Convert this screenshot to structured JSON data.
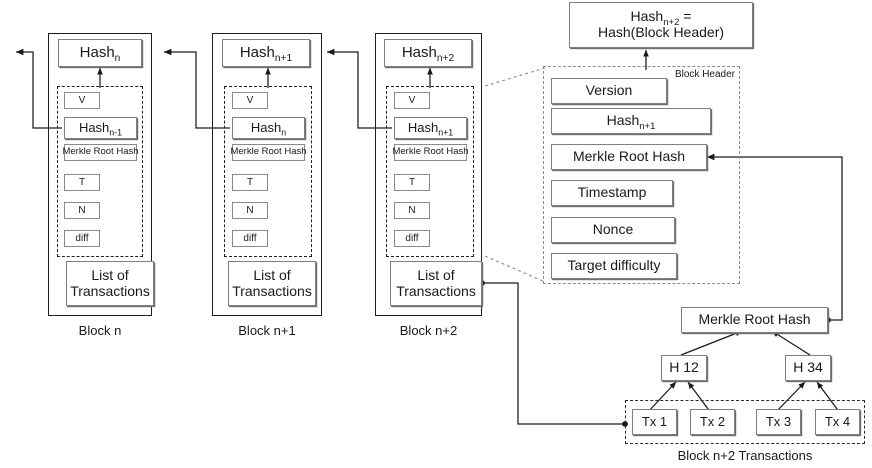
{
  "diagram": {
    "title": "Blockchain block structure with block header expansion and Merkle tree",
    "colors": {
      "box_border": "#7f7f7f",
      "frame_border": "#1f1f1f",
      "wire": "#1a1a1a",
      "dashed_gray": "#8c8c8c",
      "background": "#ffffff"
    }
  },
  "chain": {
    "blocks": [
      {
        "caption": "Block n",
        "hash_label": "Hash",
        "hash_sub": "n",
        "header_fields": [
          {
            "label": "V",
            "sub": "",
            "size": "small"
          },
          {
            "label": "Hash",
            "sub": "n-1",
            "size": "large"
          },
          {
            "label": "Merkle Root Hash",
            "sub": "",
            "size": "tiny"
          },
          {
            "label": "T",
            "sub": "",
            "size": "small"
          },
          {
            "label": "N",
            "sub": "",
            "size": "small"
          },
          {
            "label": "diff",
            "sub": "",
            "size": "small"
          }
        ],
        "transactions_line1": "List of",
        "transactions_line2": "Transactions"
      },
      {
        "caption": "Block n+1",
        "hash_label": "Hash",
        "hash_sub": "n+1",
        "header_fields": [
          {
            "label": "V",
            "sub": "",
            "size": "small"
          },
          {
            "label": "Hash",
            "sub": "n",
            "size": "large"
          },
          {
            "label": "Merkle Root Hash",
            "sub": "",
            "size": "tiny"
          },
          {
            "label": "T",
            "sub": "",
            "size": "small"
          },
          {
            "label": "N",
            "sub": "",
            "size": "small"
          },
          {
            "label": "diff",
            "sub": "",
            "size": "small"
          }
        ],
        "transactions_line1": "List of",
        "transactions_line2": "Transactions"
      },
      {
        "caption": "Block n+2",
        "hash_label": "Hash",
        "hash_sub": "n+2",
        "header_fields": [
          {
            "label": "V",
            "sub": "",
            "size": "small"
          },
          {
            "label": "Hash",
            "sub": "n+1",
            "size": "large"
          },
          {
            "label": "Merkle Root Hash",
            "sub": "",
            "size": "tiny"
          },
          {
            "label": "T",
            "sub": "",
            "size": "small"
          },
          {
            "label": "N",
            "sub": "",
            "size": "small"
          },
          {
            "label": "diff",
            "sub": "",
            "size": "small"
          }
        ],
        "transactions_line1": "List of",
        "transactions_line2": "Transactions"
      }
    ]
  },
  "header_panel": {
    "hash_formula_line1_label": "Hash",
    "hash_formula_line1_sub": "n+2",
    "hash_formula_line1_tail": " =",
    "hash_formula_line2": "Hash(Block Header)",
    "panel_label": "Block Header",
    "fields": [
      {
        "label": "Version",
        "sub": ""
      },
      {
        "label": "Hash",
        "sub": "n+1"
      },
      {
        "label": "Merkle Root Hash",
        "sub": ""
      },
      {
        "label": "Timestamp",
        "sub": ""
      },
      {
        "label": "Nonce",
        "sub": ""
      },
      {
        "label": "Target difficulty",
        "sub": ""
      }
    ]
  },
  "merkle_tree": {
    "root_label": "Merkle Root Hash",
    "intermediate": [
      {
        "label": "H 12"
      },
      {
        "label": "H 34"
      }
    ],
    "leaves": [
      {
        "label": "Tx 1"
      },
      {
        "label": "Tx 2"
      },
      {
        "label": "Tx 3"
      },
      {
        "label": "Tx 4"
      }
    ],
    "caption": "Block n+2 Transactions"
  }
}
